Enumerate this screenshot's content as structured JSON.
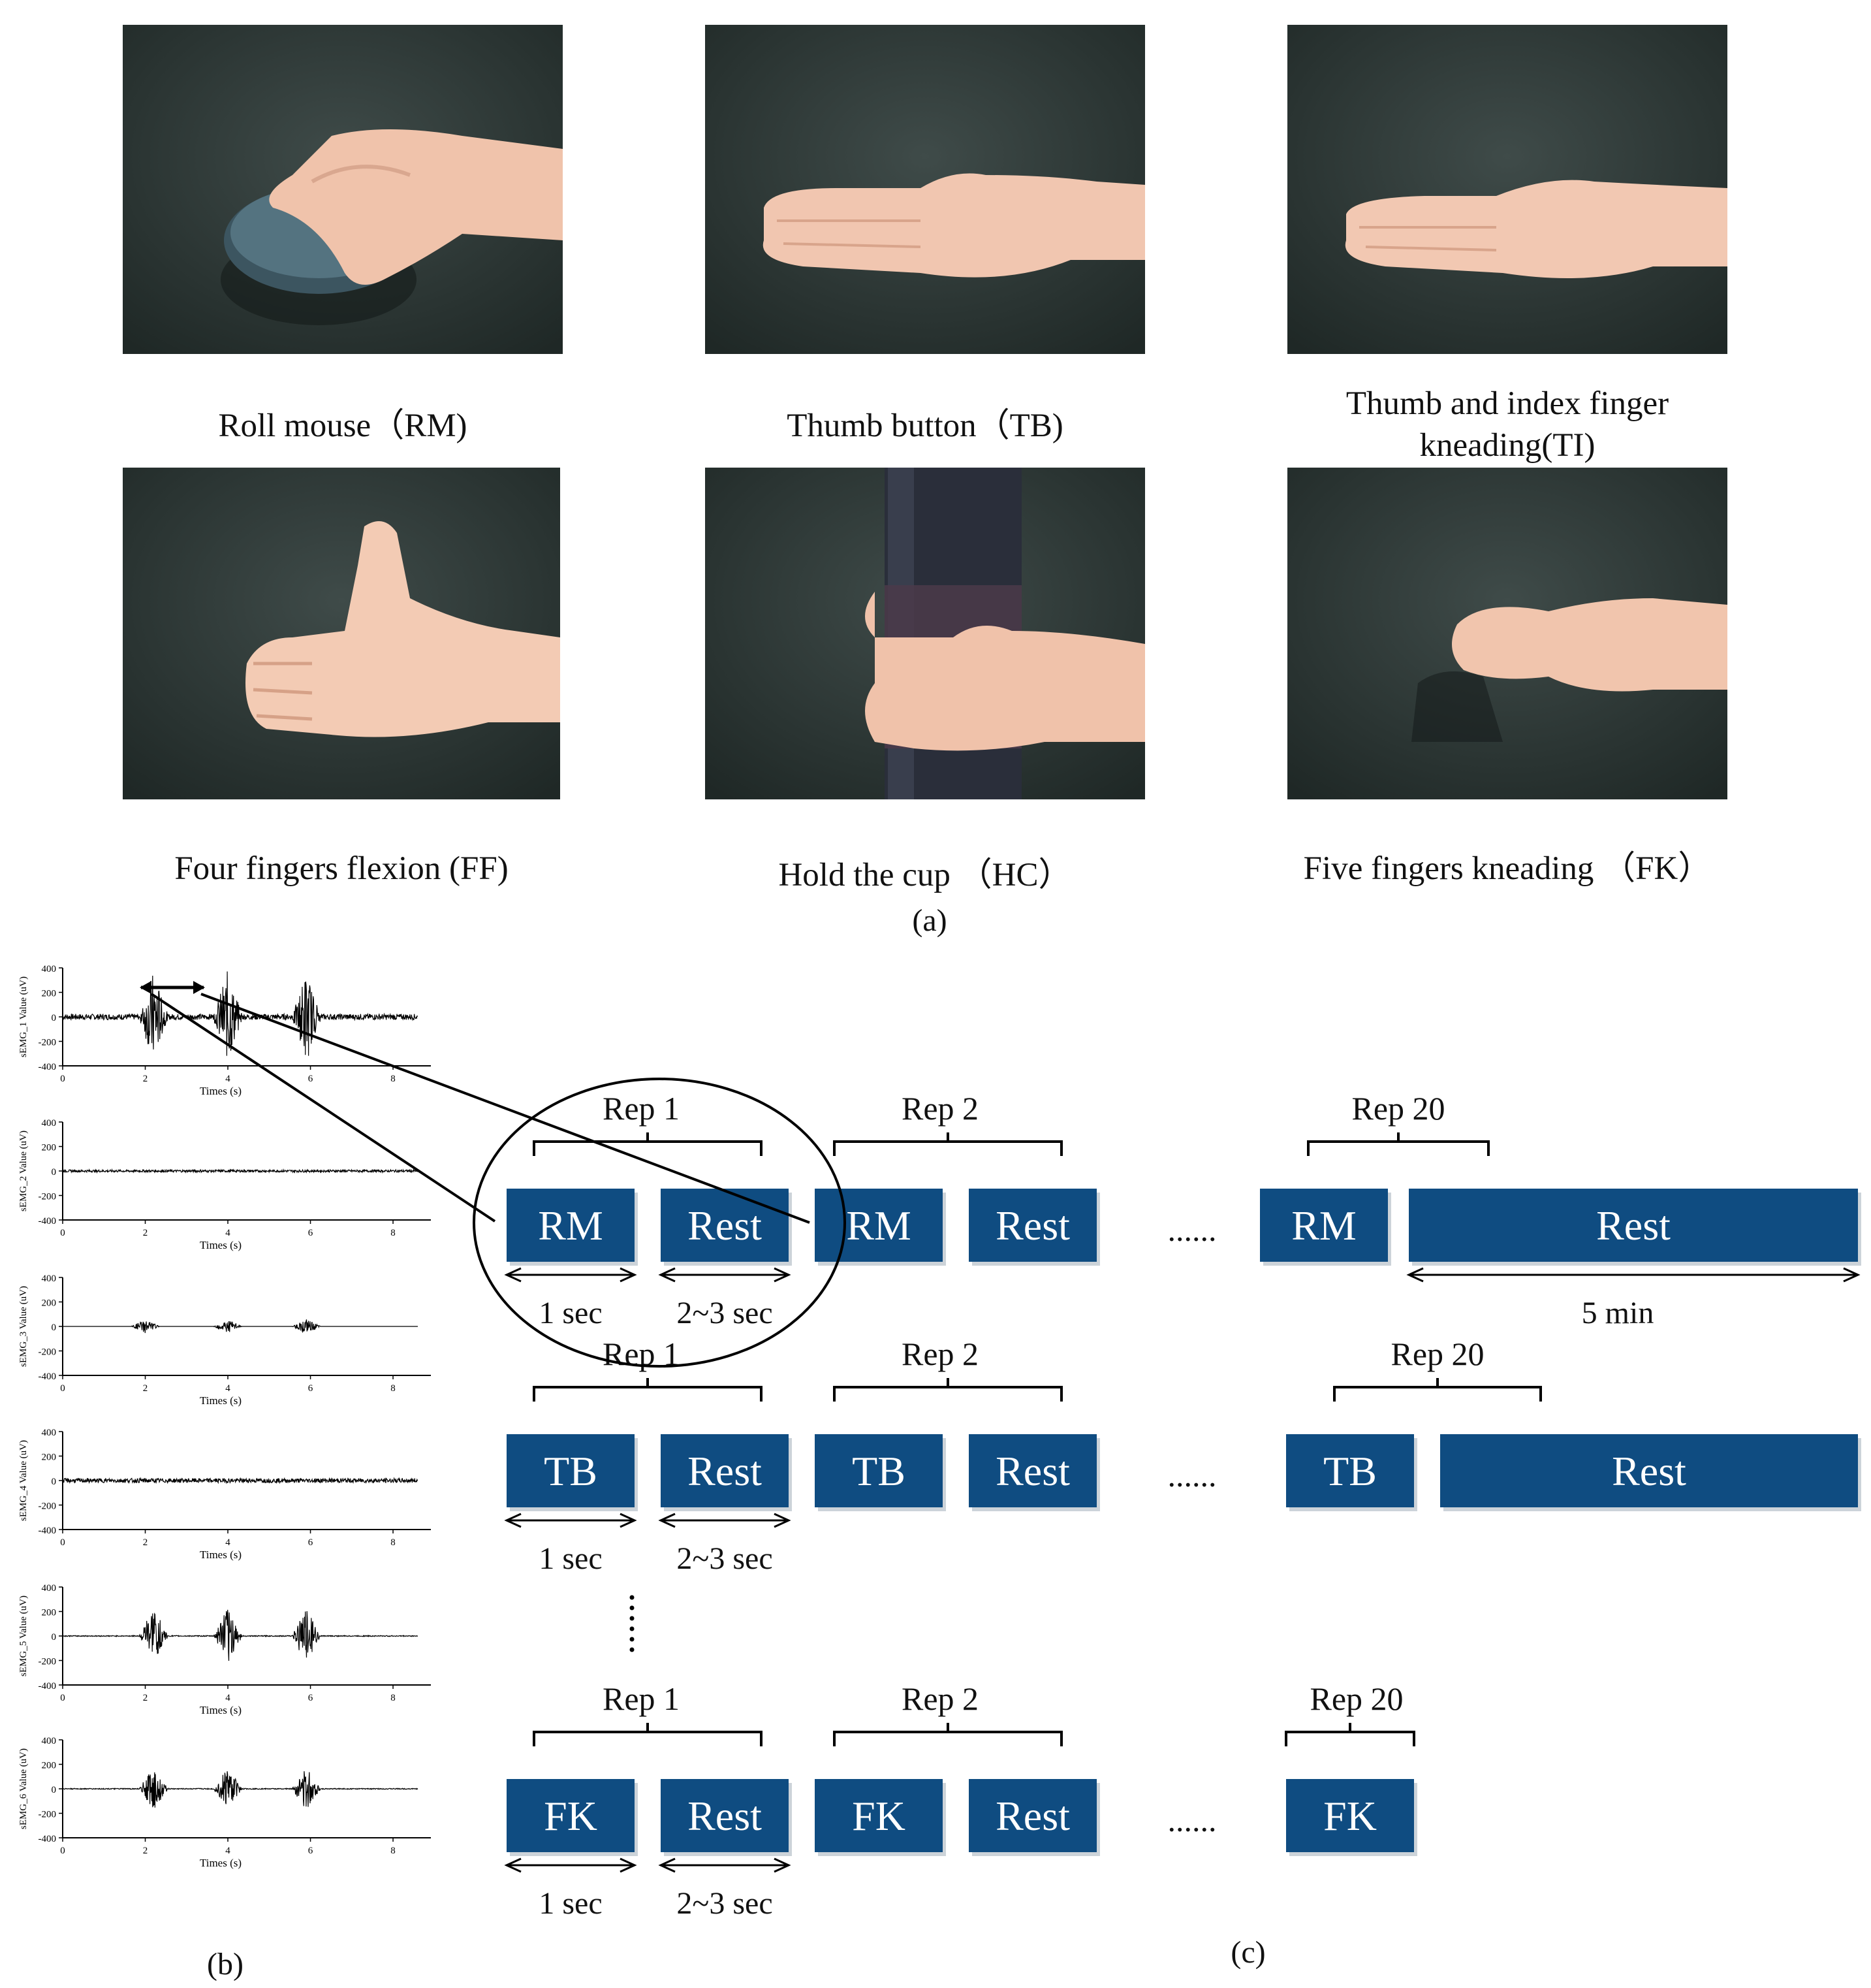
{
  "panel_a": {
    "label": "(a)",
    "gestures": [
      {
        "code": "RM",
        "caption": "Roll mouse（RM)"
      },
      {
        "code": "TB",
        "caption": "Thumb button（TB)"
      },
      {
        "code": "TI",
        "caption_line1": "Thumb and index finger",
        "caption_line2": "kneading(TI)"
      },
      {
        "code": "FF",
        "caption": "Four fingers flexion (FF)"
      },
      {
        "code": "HC",
        "caption": "Hold the cup （HC）"
      },
      {
        "code": "FK",
        "caption": "Five fingers kneading （FK）"
      }
    ]
  },
  "panel_b": {
    "label": "(b)",
    "x_axis_label": "Times (s)",
    "x_ticks": [
      "0",
      "2",
      "4",
      "6",
      "8"
    ],
    "y_ticks": [
      "400",
      "200",
      "0",
      "-200",
      "-400"
    ],
    "channels": [
      {
        "ylabel": "sEMG_1 Value (uV)",
        "bursts": [
          2.2,
          4.0,
          5.9
        ],
        "amp": 0.95,
        "noise": 0.12
      },
      {
        "ylabel": "sEMG_2 Value (uV)",
        "bursts": [],
        "amp": 0.0,
        "noise": 0.05
      },
      {
        "ylabel": "sEMG_3 Value (uV)",
        "bursts": [
          2.0,
          4.0,
          5.9
        ],
        "amp": 0.15,
        "noise": 0.0
      },
      {
        "ylabel": "sEMG_4 Value (uV)",
        "bursts": [],
        "amp": 0.0,
        "noise": 0.09
      },
      {
        "ylabel": "sEMG_5 Value (uV)",
        "bursts": [
          2.2,
          4.0,
          5.9
        ],
        "amp": 0.6,
        "noise": 0.02
      },
      {
        "ylabel": "sEMG_6 Value (uV)",
        "bursts": [
          2.2,
          4.0,
          5.9
        ],
        "amp": 0.45,
        "noise": 0.02
      }
    ]
  },
  "panel_c": {
    "label": "(c)",
    "rows": [
      {
        "gesture": "RM",
        "rep1": "Rep 1",
        "rep2": "Rep 2",
        "rep20": "Rep 20",
        "rest": "Rest",
        "dots": "......",
        "dur1": "1 sec",
        "dur2": "2~3 sec",
        "final_rest": "Rest",
        "final_dur": "5 min"
      },
      {
        "gesture": "TB",
        "rep1": "Rep 1",
        "rep2": "Rep 2",
        "rep20": "Rep 20",
        "rest": "Rest",
        "dots": "......",
        "dur1": "1 sec",
        "dur2": "2~3 sec",
        "final_rest": "Rest"
      },
      {
        "gesture": "FK",
        "rep1": "Rep 1",
        "rep2": "Rep 2",
        "rep20": "Rep 20",
        "rest": "Rest",
        "dots": "......",
        "dur1": "1 sec",
        "dur2": "2~3 sec"
      }
    ],
    "vertical_dots": "⋮",
    "box_color": "#0f4c81"
  }
}
